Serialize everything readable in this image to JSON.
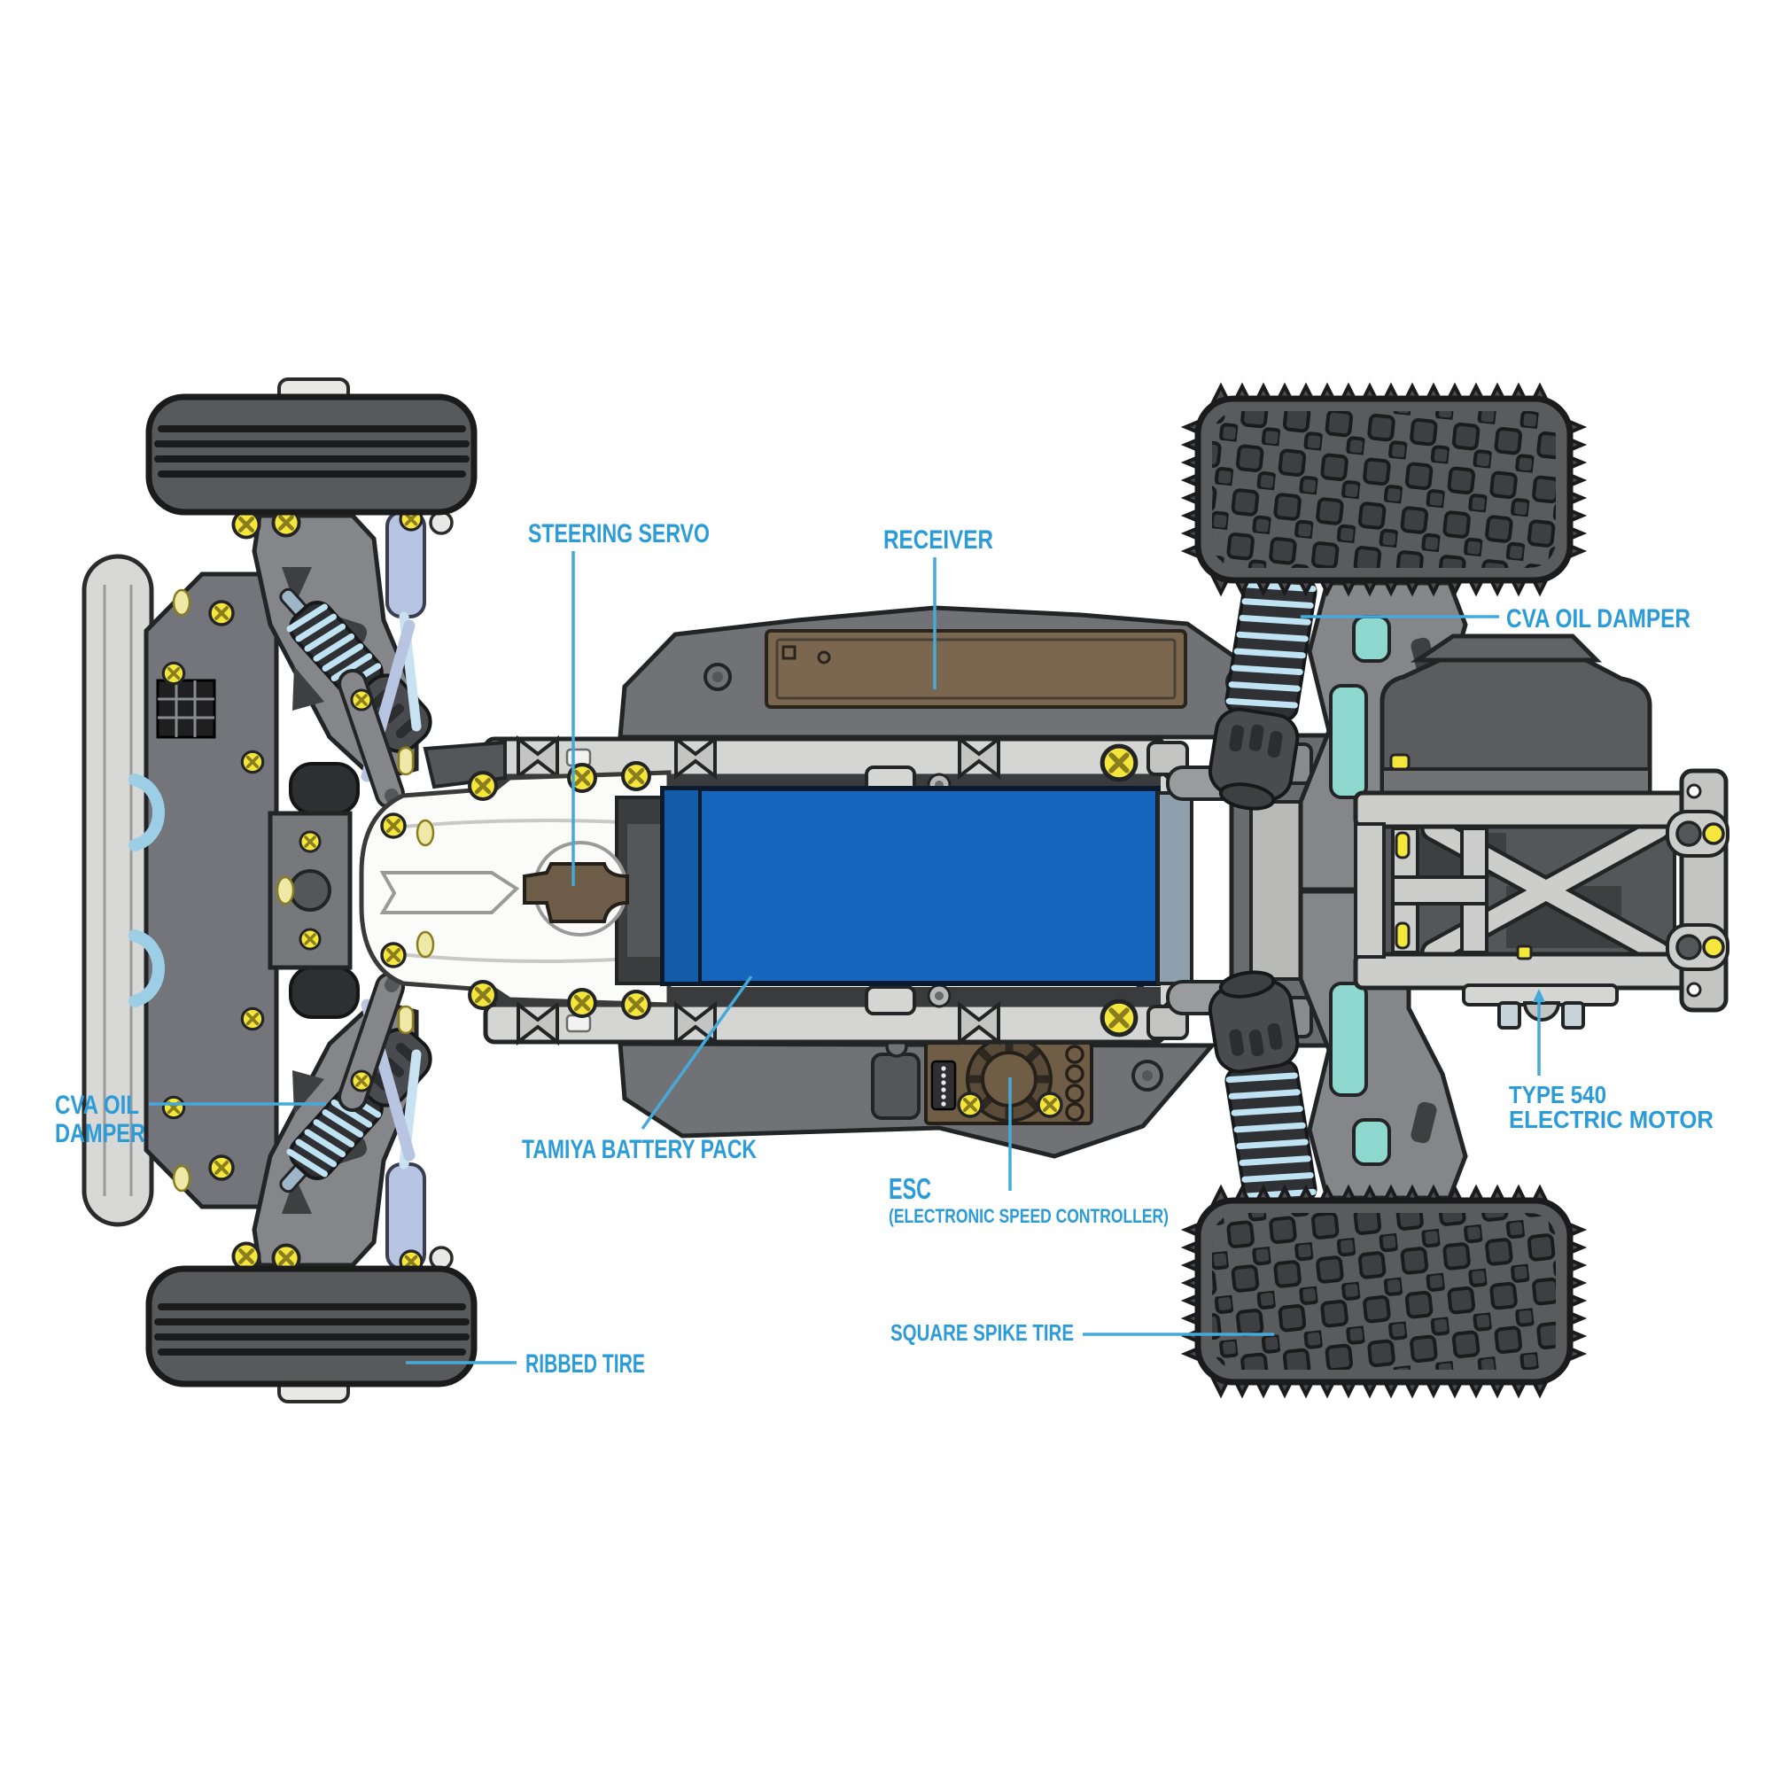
{
  "labels": {
    "steering_servo": "STEERING SERVO",
    "receiver": "RECEIVER",
    "cva_oil_damper_right": "CVA OIL DAMPER",
    "cva_oil_damper_left_line1": "CVA OIL",
    "cva_oil_damper_left_line2": "DAMPER",
    "tamiya_battery_pack": "TAMIYA BATTERY PACK",
    "esc_title": "ESC",
    "esc_subtitle": "(ELECTRONIC SPEED CONTROLLER)",
    "type_540_line1": "TYPE 540",
    "type_540_line2": "ELECTRIC MOTOR",
    "ribbed_tire": "RIBBED TIRE",
    "square_spike_tire": "SQUARE SPIKE TIRE"
  },
  "colors": {
    "label_blue": "#2B9CD8",
    "leader_blue": "#45A9DA",
    "battery_blue": "#1766BE",
    "screw_yellow": "#F5E63C",
    "teal_accent": "#8FD8CF",
    "receiver_brown": "#7B6750",
    "esc_brown": "#6F5D45",
    "horn_brown": "#6D5C48",
    "chassis_gray": "#85868A",
    "rail_gray": "#D5D6D4",
    "tire_gray": "#58595B",
    "background": "#FFFFFF"
  }
}
